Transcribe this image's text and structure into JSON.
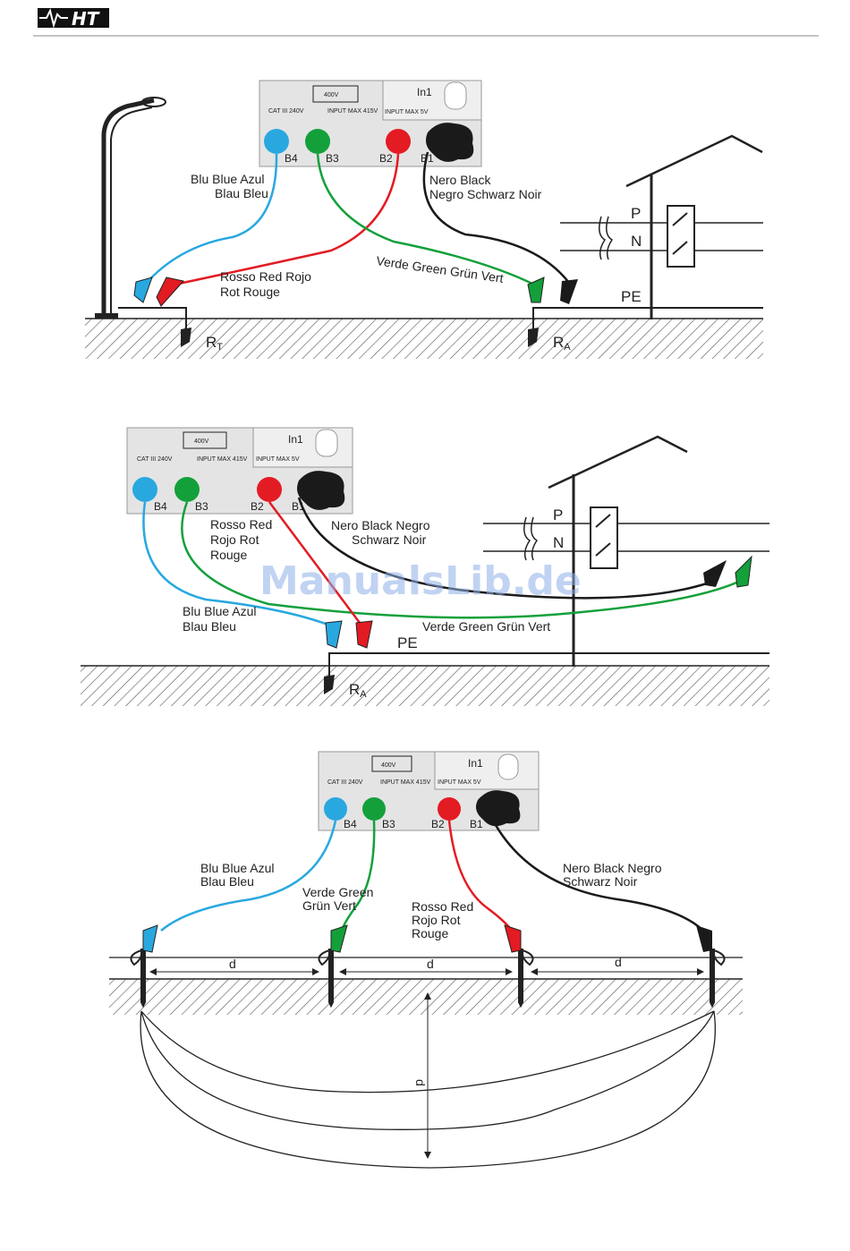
{
  "header": {
    "logo_text": "HT"
  },
  "watermark": "ManualsLib.de",
  "colors": {
    "blue": "#29a8e0",
    "green": "#13a03a",
    "red": "#e31b23",
    "black": "#1a1a1a",
    "ground_hatch": "#555555"
  },
  "instrument": {
    "warning": "400V",
    "cat": "CAT III 240V",
    "input_max": "INPUT MAX 415V",
    "in1_label": "In1",
    "in1_max": "INPUT MAX 5V",
    "b4": "B4",
    "b3": "B3",
    "b2": "B2",
    "b1": "B1"
  },
  "diagram1": {
    "blue_l1": "Blu  Blue  Azul",
    "blue_l2": "Blau  Bleu",
    "red_l1": "Rosso  Red  Rojo",
    "red_l2": "Rot  Rouge",
    "black_l1": "Nero  Black",
    "black_l2": "Negro  Schwarz  Noir",
    "green_l1": "Verde  Green  Grün  Vert",
    "p": "P",
    "n": "N",
    "pe": "PE",
    "rt": "R",
    "rt_sub": "T",
    "ra": "R",
    "ra_sub": "A"
  },
  "diagram2": {
    "red_l1": "Rosso  Red",
    "red_l2": "Rojo  Rot",
    "red_l3": "Rouge",
    "black_l1": "Nero  Black  Negro",
    "black_l2": "Schwarz  Noir",
    "blue_l1": "Blu  Blue  Azul",
    "blue_l2": "Blau  Bleu",
    "green_l1": "Verde  Green  Grün  Vert",
    "p": "P",
    "n": "N",
    "pe": "PE",
    "ra": "R",
    "ra_sub": "A"
  },
  "diagram3": {
    "blue_l1": "Blu  Blue  Azul",
    "blue_l2": "Blau  Bleu",
    "green_l1": "Verde  Green",
    "green_l2": "Grün  Vert",
    "red_l1": "Rosso  Red",
    "red_l2": "Rojo  Rot",
    "red_l3": "Rouge",
    "black_l1": "Nero  Black  Negro",
    "black_l2": "Schwarz  Noir",
    "d1": "d",
    "d2": "d",
    "d3": "d",
    "d_depth": "d"
  }
}
